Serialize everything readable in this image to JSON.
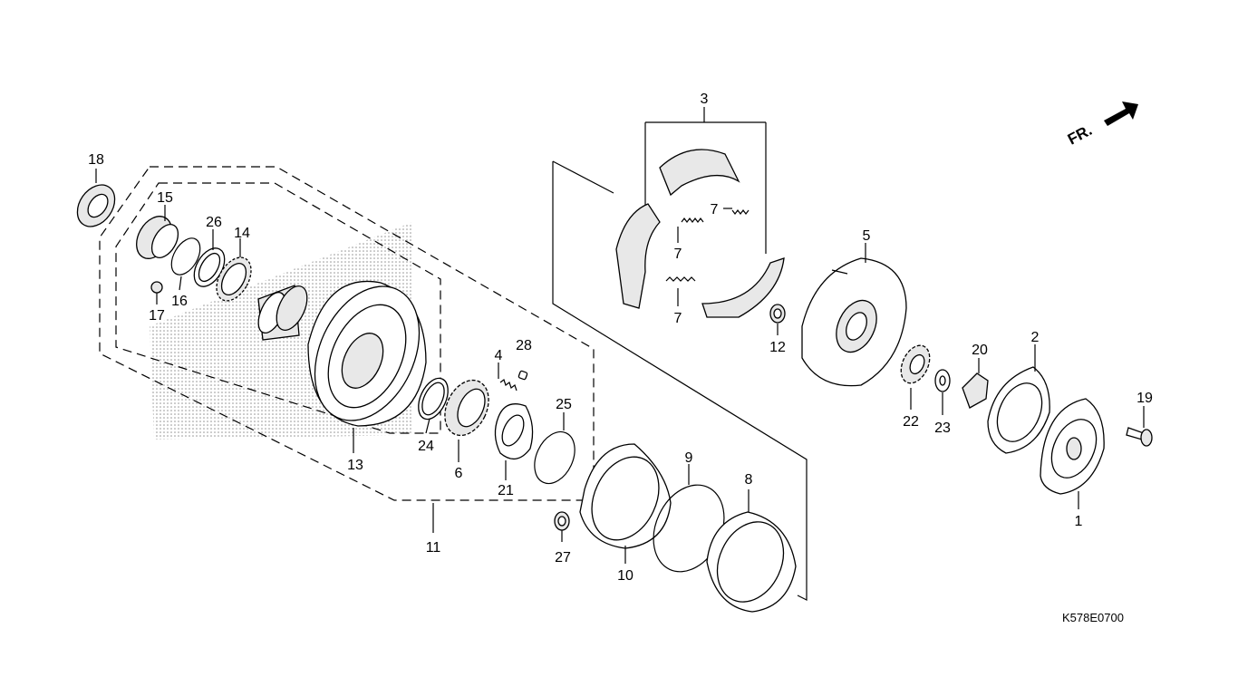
{
  "labels": {
    "p1": "1",
    "p2": "2",
    "p3": "3",
    "p4": "4",
    "p5": "5",
    "p6": "6",
    "p7a": "7",
    "p7b": "7",
    "p7c": "7",
    "p8": "8",
    "p9": "9",
    "p10": "10",
    "p11": "11",
    "p12": "12",
    "p13": "13",
    "p14": "14",
    "p15": "15",
    "p16": "16",
    "p17": "17",
    "p18": "18",
    "p19": "19",
    "p20": "20",
    "p21": "21",
    "p22": "22",
    "p23": "23",
    "p24": "24",
    "p25": "25",
    "p26": "26",
    "p27": "27",
    "p28": "28"
  },
  "direction_label": "FR.",
  "diagram_code": "K578E0700"
}
